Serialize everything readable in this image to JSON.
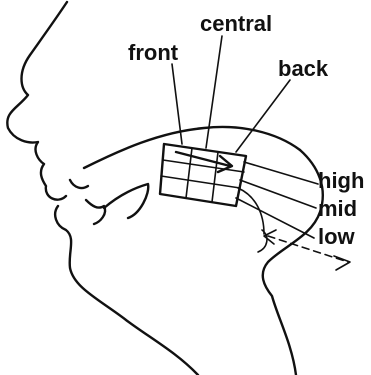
{
  "labels": {
    "front": "front",
    "central": "central",
    "back": "back",
    "high": "high",
    "mid": "mid",
    "low": "low"
  }
}
